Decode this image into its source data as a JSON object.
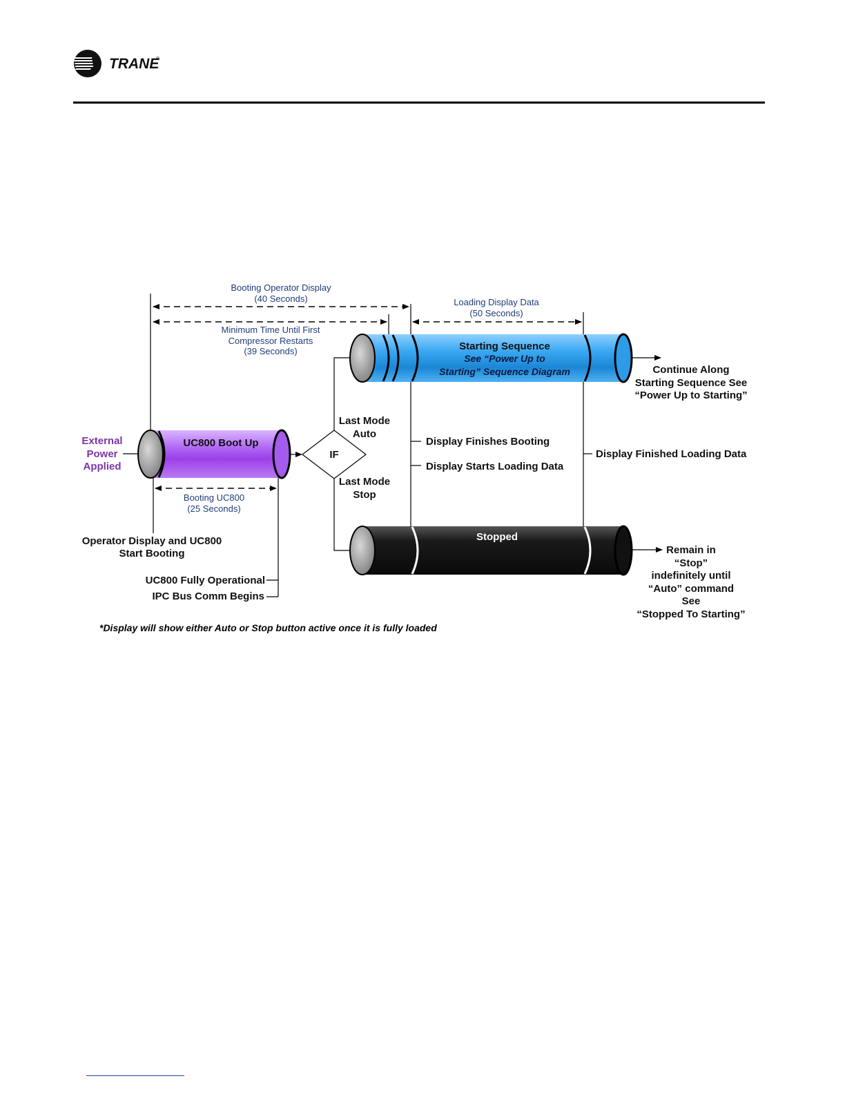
{
  "brand": {
    "name": "TRANE",
    "mark": "®"
  },
  "labels": {
    "booting_display": [
      "Booting Operator Display",
      "(40 Seconds)"
    ],
    "loading_data": [
      "Loading Display Data",
      "(50 Seconds)"
    ],
    "min_time": [
      "Minimum Time Until First",
      "Compressor Restarts",
      "(39 Seconds)"
    ],
    "booting_uc800": [
      "Booting UC800",
      "(25 Seconds)"
    ],
    "external_power": [
      "External",
      "Power",
      "Applied"
    ],
    "uc800_boot": "UC800 Boot Up",
    "if_label": "IF",
    "last_auto": [
      "Last Mode",
      "Auto"
    ],
    "last_stop": [
      "Last Mode",
      "Stop"
    ],
    "starting_seq": "Starting Sequence",
    "starting_seq_see": [
      "See “Power Up to",
      "Starting” Sequence Diagram"
    ],
    "continue_along": [
      "Continue Along",
      "Starting Sequence See",
      "“Power Up to Starting”"
    ],
    "display_finishes": "Display Finishes Booting",
    "display_starts": "Display Starts Loading Data",
    "display_finished_loading": "Display Finished Loading Data",
    "stopped": "Stopped",
    "remain_in": [
      "Remain in",
      "“Stop”",
      "indefinitely until",
      "“Auto” command",
      "See",
      "“Stopped To Starting”"
    ],
    "operator_display": [
      "Operator Display and UC800",
      "Start Booting"
    ],
    "uc800_operational": "UC800 Fully Operational",
    "ipc_bus": "IPC Bus Comm Begins",
    "footnote": "*Display will show either Auto or Stop button active once it is fully loaded"
  },
  "colors": {
    "purple": "#a64df0",
    "blue": "#2f9fee",
    "black": "#141414",
    "label_blue": "#1f3d7a",
    "external_purple": "#7b35a8"
  }
}
